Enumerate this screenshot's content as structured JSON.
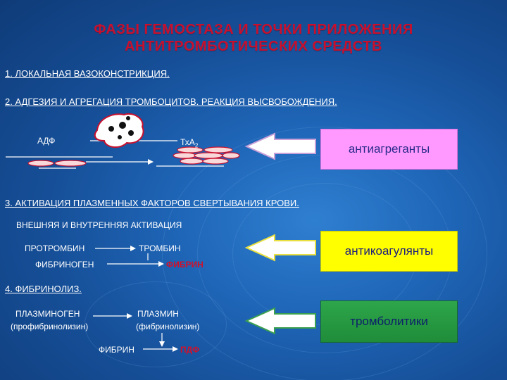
{
  "title": {
    "line1": "ФАЗЫ ГЕМОСТАЗА И ТОЧКИ ПРИЛОЖЕНИЯ",
    "line2": "АНТИТРОМБОТИЧЕСКИХ СРЕДСТВ"
  },
  "phases": {
    "p1": "1. ЛОКАЛЬНАЯ ВАЗОКОНСТРИКЦИЯ.",
    "p2": "2. АДГЕЗИЯ И АГРЕГАЦИЯ ТРОМБОЦИТОВ. РЕАКЦИЯ ВЫСВОБОЖДЕНИЯ.",
    "p3": "3. АКТИВАЦИЯ ПЛАЗМЕННЫХ ФАКТОРОВ СВЕРТЫВАНИЯ КРОВИ.",
    "p4": "4. ФИБРИНОЛИЗ."
  },
  "aggregation": {
    "adp": "АДФ",
    "txa": "ТхА",
    "txa_sub": "2"
  },
  "coagulation": {
    "subtitle": "ВНЕШНЯЯ И ВНУТРЕННЯЯ АКТИВАЦИЯ",
    "prothrombin": "ПРОТРОМБИН",
    "thrombin": "ТРОМБИН",
    "fibrinogen": "ФИБРИНОГЕН",
    "fibrin": "ФИБРИН"
  },
  "fibrinolysis": {
    "plasminogen": "ПЛАЗМИНОГЕН",
    "plasminogen_alt": "(профибринолизин)",
    "plasmin": "ПЛАЗМИН",
    "plasmin_alt": "(фибринолизин)",
    "fibrin": "ФИБРИН",
    "pdf": "ПДФ"
  },
  "drug_boxes": {
    "antiplatelet": "антиагреганты",
    "anticoagulant": "антикоагулянты",
    "thrombolytic": "тромболитики"
  },
  "colors": {
    "title_red": "#c8102e",
    "pink_box": "#ff99ff",
    "yellow_box": "#ffff00",
    "green_box": "#2ea64a",
    "arrow_fill": "#ffffff"
  }
}
